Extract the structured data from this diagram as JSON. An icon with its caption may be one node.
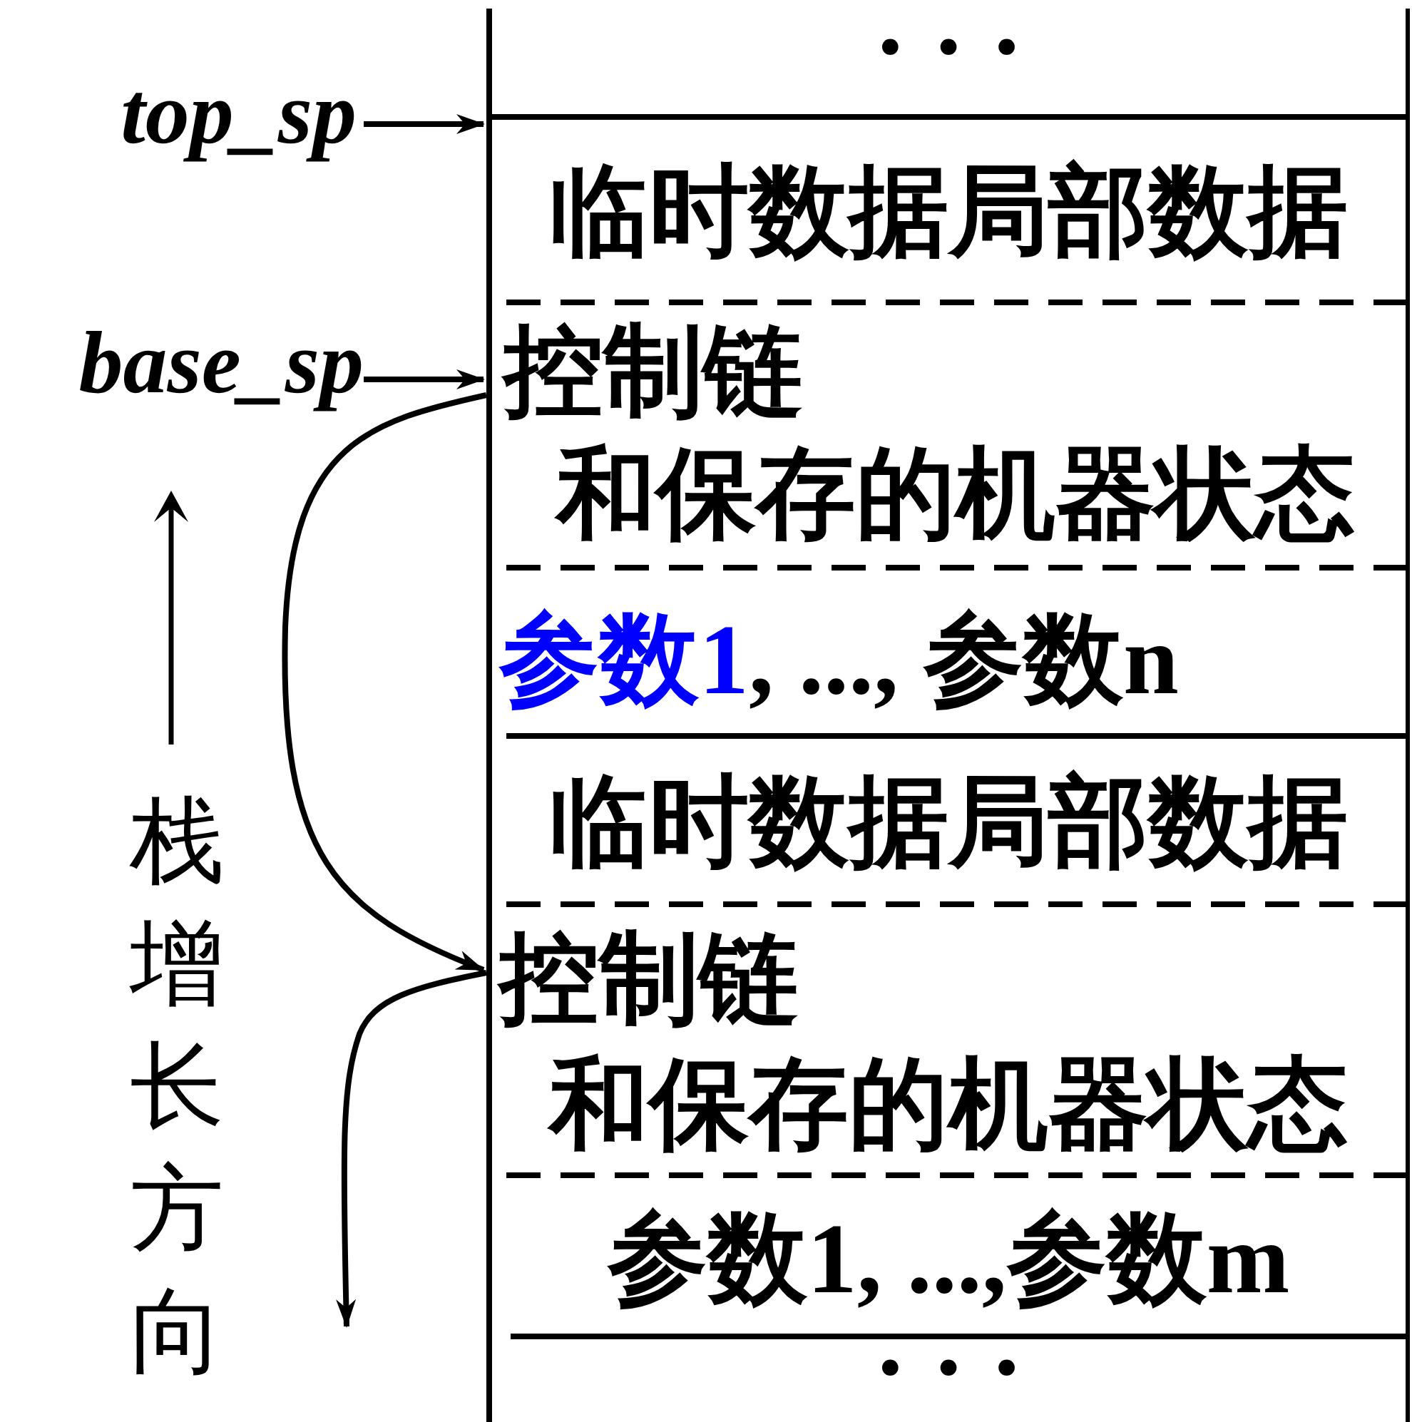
{
  "diagram": {
    "nodes": [
      {
        "text": [
          "· · ·"
        ]
      },
      {
        "text": [
          "临时数据局部数据"
        ]
      },
      {
        "text": [
          "控制链",
          "和保存的机器状态"
        ]
      },
      {
        "text": [
          "参数1",
          ", ..., 参数n"
        ]
      },
      {
        "text": [
          "临时数据局部数据"
        ]
      },
      {
        "text": [
          "控制链",
          "和保存的机器状态"
        ]
      },
      {
        "text": [
          "参数1, ...,参数m"
        ]
      },
      {
        "text": [
          "· · ·"
        ]
      },
      {
        "text": [
          "top_sp"
        ]
      },
      {
        "text": [
          "base_sp"
        ]
      }
    ],
    "edges": [
      {
        "from": 8,
        "to": 1,
        "arrow": "to"
      },
      {
        "from": 9,
        "to": 2,
        "arrow": "to"
      },
      {
        "from": 2,
        "to": 5,
        "arrow": "to"
      },
      {
        "from": 5,
        "to": null,
        "arrow": "to"
      }
    ],
    "labels": [
      "栈增长方向"
    ]
  }
}
